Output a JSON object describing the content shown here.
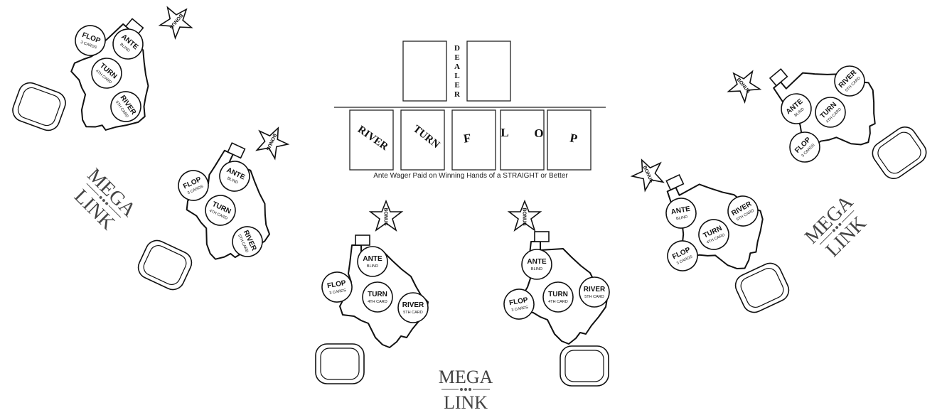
{
  "dealer": {
    "label_letters": [
      "D",
      "E",
      "A",
      "L",
      "E",
      "R"
    ],
    "community_cards": [
      "RIVER",
      "TURN",
      "F",
      "L",
      "O",
      "P"
    ],
    "wager_note": "Ante Wager Paid on Winning Hands of a STRAIGHT or Better"
  },
  "seat": {
    "bonus_label": "BONUS",
    "bets": {
      "ante": {
        "main": "ANTE",
        "sub": "BLIND"
      },
      "flop": {
        "main": "FLOP",
        "sub": "3 CARDS"
      },
      "turn": {
        "main": "TURN",
        "sub": "4TH CARD"
      },
      "river": {
        "main": "RIVER",
        "sub": "5TH CARD"
      }
    }
  },
  "logo": {
    "line1": "MEGA",
    "line2": "LINK"
  },
  "colors": {
    "ink": "#111111",
    "logo_gray": "#444444",
    "background": "#ffffff"
  }
}
